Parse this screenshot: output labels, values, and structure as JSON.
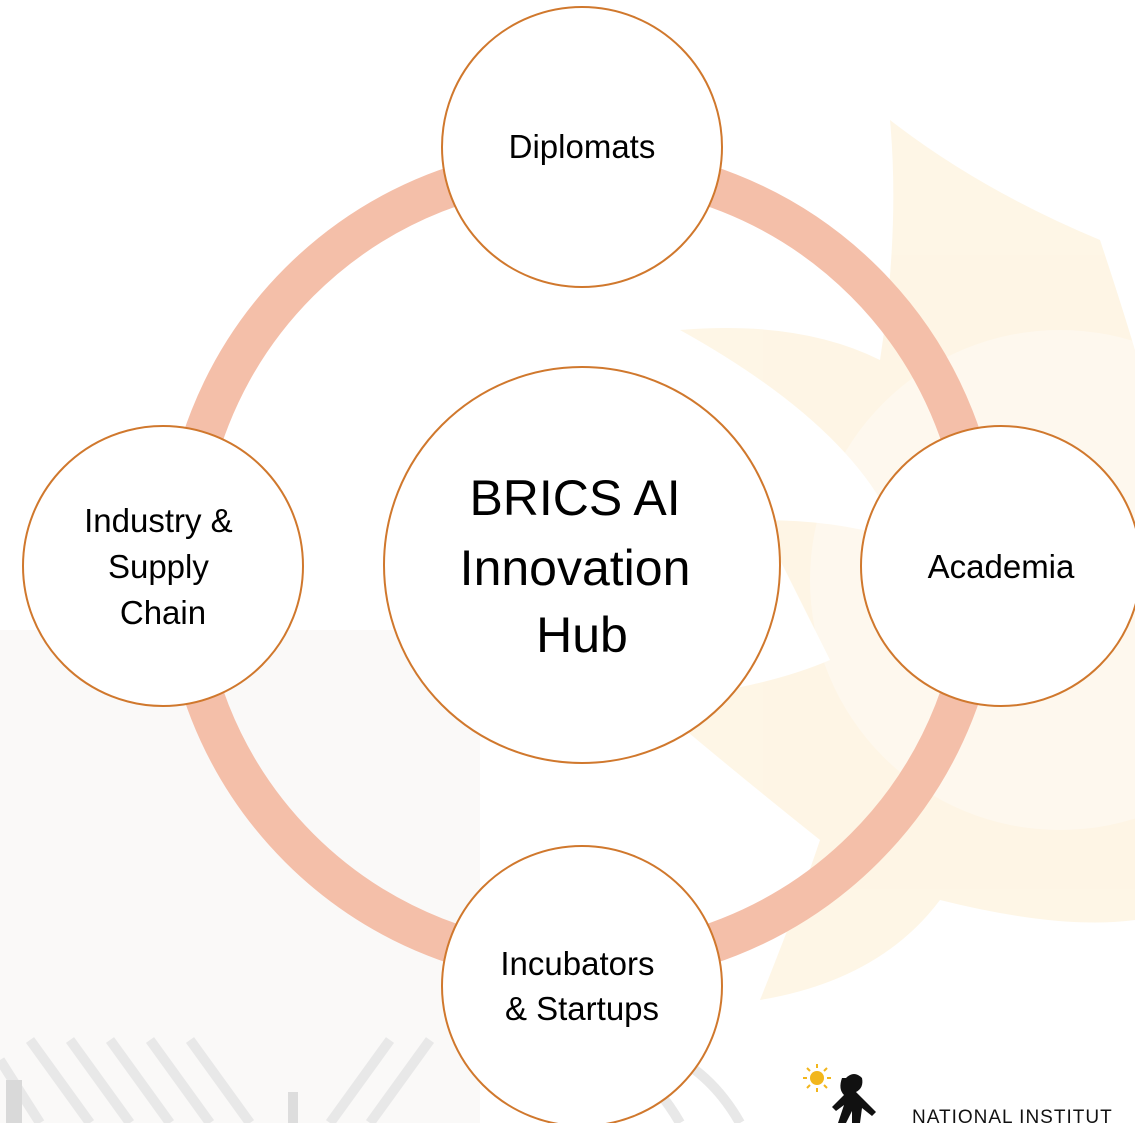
{
  "diagram": {
    "center": {
      "lines": [
        "BRICS AI",
        "Innovation",
        "Hub"
      ]
    },
    "nodes": [
      {
        "id": "diplomats",
        "lines": [
          "Diplomats"
        ]
      },
      {
        "id": "academia",
        "lines": [
          "Academia"
        ]
      },
      {
        "id": "incubators-startups",
        "lines": [
          "Incubators",
          "& Startups"
        ]
      },
      {
        "id": "industry-supply-chain",
        "lines": [
          "Industry &",
          "Supply",
          "Chain"
        ]
      }
    ]
  },
  "footer": {
    "logo_text": "NATIONAL INSTITUT"
  },
  "colors": {
    "ring": "#F4BFA9",
    "circle_stroke": "#D0782D",
    "circle_fill": "#FFFFFF",
    "background_accent": "#FEF4E1",
    "stripe_gray": "#E6E6E6",
    "logo_sun": "#F2B61C"
  }
}
